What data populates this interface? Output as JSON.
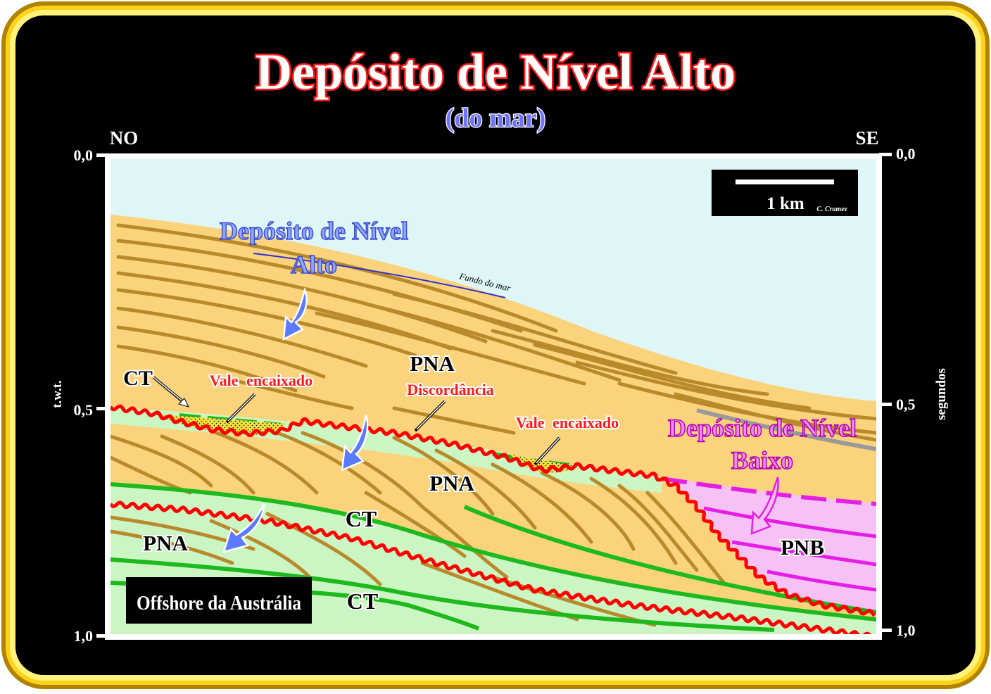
{
  "slide": {
    "title": "Depósito de Nível Alto",
    "subtitle": "(do mar)"
  },
  "orientation": {
    "left": "NO",
    "right": "SE"
  },
  "axes": {
    "left_label": "t.w.t.",
    "right_label": "segundos",
    "left_ticks": [
      "0,0",
      "0,5",
      "1,0"
    ],
    "right_ticks": [
      "0,0",
      "0,5",
      "1,0"
    ]
  },
  "scale_bar": {
    "label": "1 km",
    "credit": "C. Cramez"
  },
  "annotations": {
    "highstand_title_line1": "Depósito de Nível",
    "highstand_title_line2": "Alto",
    "lowstand_title_line1": "Depósito de Nível",
    "lowstand_title_line2": "Baixo",
    "seafloor": "Fundo do mar",
    "ct_1": "CT",
    "ct_2": "CT",
    "ct_3": "CT",
    "incised_valley_1": "Vale encaixado",
    "incised_valley_2": "Vale encaixado",
    "unconformity": "Discordância",
    "pna_1": "PNA",
    "pna_2": "PNA",
    "pna_3": "PNA",
    "pnb": "PNB",
    "location": "Offshore da Austrália"
  },
  "colors": {
    "frame_outer": "#c9a000",
    "frame_inner": "#ffe94a",
    "background": "#000000",
    "sea": "#dff6f6",
    "highstand_fill": "#fbd37c",
    "reflector": "#b88a2c",
    "transgressive_fill": "#ccf5c4",
    "transgressive_line": "#1db91d",
    "unconformity": "#ff0000",
    "lowstand_fill": "#f6c2f6",
    "lowstand_line": "#e51ee5",
    "seafloor_line": "#3030d0",
    "arrow_blue": "#5a7aff",
    "title_fill": "#ffffff",
    "title_outline": "#ff1a1a"
  }
}
